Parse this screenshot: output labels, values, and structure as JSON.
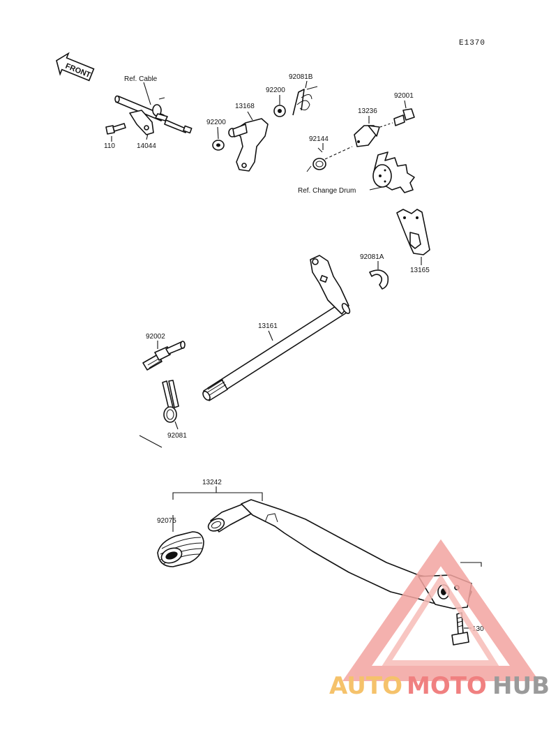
{
  "diagram_code": "E1370",
  "front_label": "FRONT",
  "labels": {
    "ref_cable": "Ref. Cable",
    "ref_change_drum": "Ref. Change Drum"
  },
  "parts": {
    "p110": "110",
    "p14044": "14044",
    "p92200_a": "92200",
    "p13168": "13168",
    "p92200_b": "92200",
    "p92081B": "92081B",
    "p92144": "92144",
    "p13236": "13236",
    "p92001": "92001",
    "p92081A": "92081A",
    "p13165": "13165",
    "p13161": "13161",
    "p92002": "92002",
    "p92081": "92081",
    "p13242": "13242",
    "p92075": "92075",
    "p130": "130"
  },
  "watermark": {
    "word_a": "AUTO",
    "word_b": "MOTO",
    "word_c": "HUB",
    "color_a": "#f5c26b",
    "color_b": "#f08080",
    "color_c": "#9a9a9a"
  }
}
